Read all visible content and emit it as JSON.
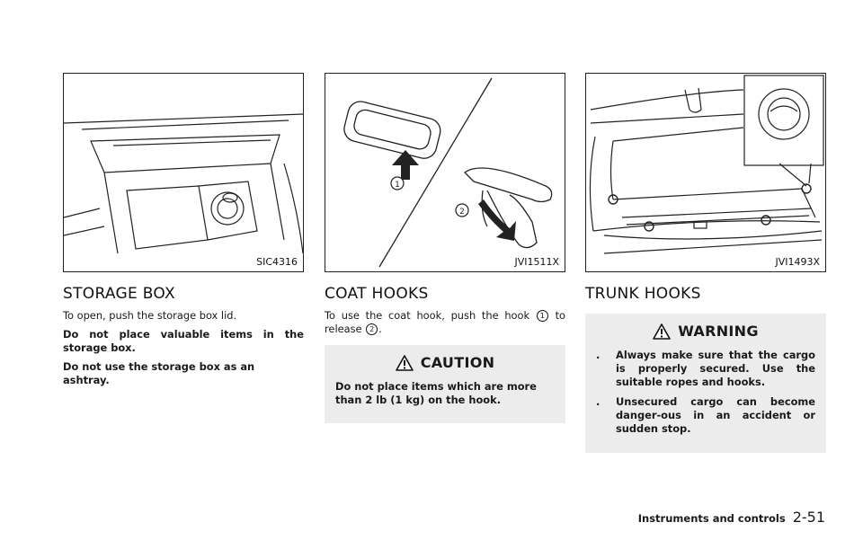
{
  "storage_box": {
    "figure_id": "SIC4316",
    "heading": "STORAGE BOX",
    "para1": "To open, push the storage box lid.",
    "para2": "Do not place valuable items in the storage box.",
    "para3": "Do not use the storage box as an ashtray."
  },
  "coat_hooks": {
    "figure_id": "JVI1511X",
    "callout1": "1",
    "callout2": "2",
    "heading": "COAT HOOKS",
    "text_a": "To use the coat hook, push the hook",
    "marker1": "1",
    "text_b": "to release",
    "marker2": "2",
    "text_c": ".",
    "caution_title": "CAUTION",
    "caution_text": "Do not place items which are more than 2 lb (1 kg) on the hook."
  },
  "trunk_hooks": {
    "figure_id": "JVI1493X",
    "heading": "TRUNK HOOKS",
    "warning_title": "WARNING",
    "bullet_mark": ".",
    "bullets": [
      "Always make sure that the cargo is properly secured. Use the suitable ropes and hooks.",
      "Unsecured cargo can become danger-ous in an accident or sudden stop."
    ]
  },
  "footer": {
    "section": "Instruments and controls",
    "page": "2-51"
  },
  "icons": [
    "warning-triangle-icon"
  ]
}
